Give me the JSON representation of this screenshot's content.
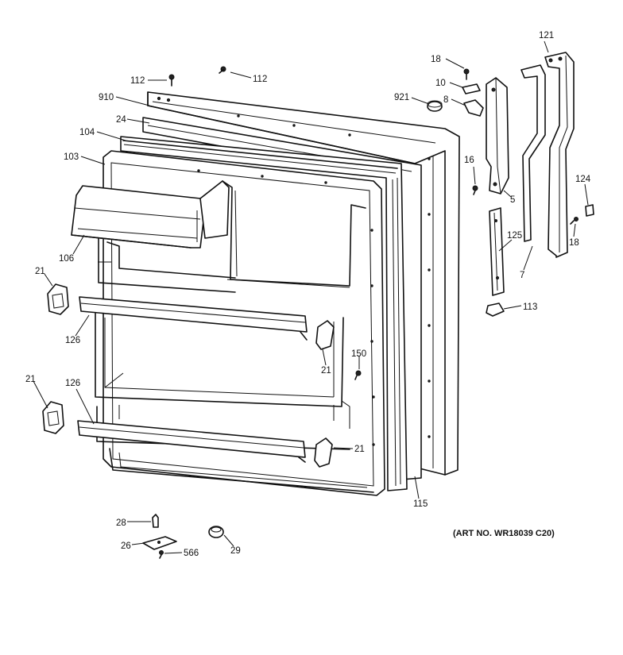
{
  "art_number": "(ART NO. WR18039 C20)",
  "labels": {
    "p121": "121",
    "p18a": "18",
    "p10": "10",
    "p921": "921",
    "p8": "8",
    "p112a": "112",
    "p112b": "112",
    "p910": "910",
    "p24": "24",
    "p104": "104",
    "p103": "103",
    "p106": "106",
    "p16": "16",
    "p5": "5",
    "p124": "124",
    "p18b": "18",
    "p125": "125",
    "p7": "7",
    "p113": "113",
    "p21a": "21",
    "p126a": "126",
    "p21b": "21",
    "p150": "150",
    "p21c": "21",
    "p126b": "126",
    "p21d": "21",
    "p115": "115",
    "p28": "28",
    "p26": "26",
    "p566": "566",
    "p29": "29"
  }
}
